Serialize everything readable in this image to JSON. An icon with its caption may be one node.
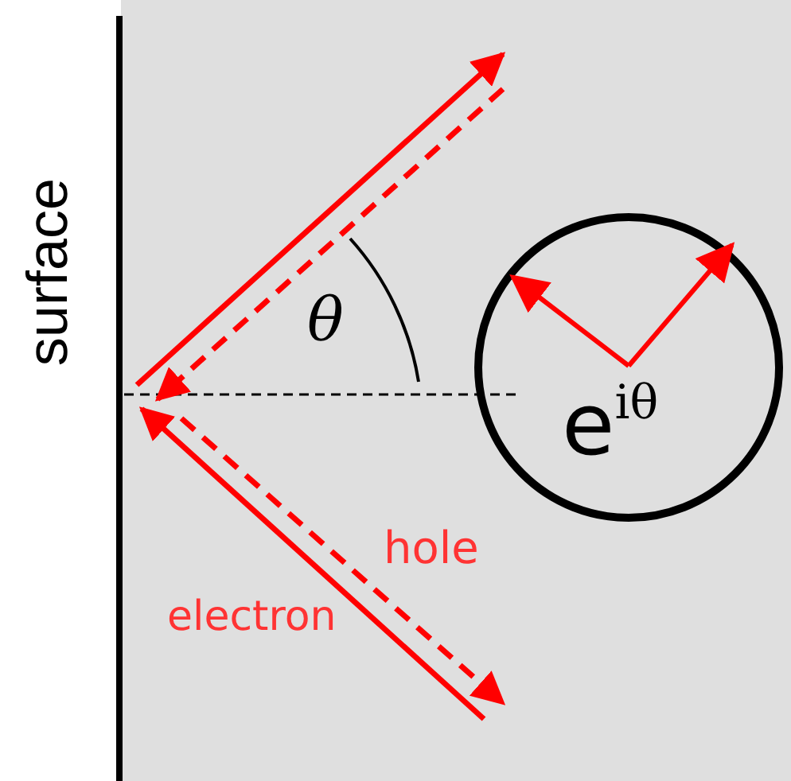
{
  "diagram": {
    "nodes": [
      {
        "text": [
          "e$^{iθ}$"
        ]
      }
    ],
    "edges": [],
    "labels": [
      "surface",
      "θ",
      "hole",
      "electron"
    ]
  }
}
